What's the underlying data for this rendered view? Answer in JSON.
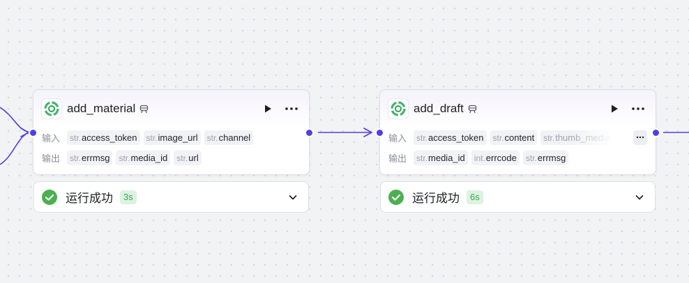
{
  "canvas": {
    "accent_color": "#4e40e5",
    "success_color": "#4caf50"
  },
  "nodes": [
    {
      "title": "add_material",
      "icon": "wechat-official-account-icon",
      "badge_icon": "plugin-badge-icon",
      "input_label": "输入",
      "output_label": "输出",
      "inputs": [
        {
          "type": "str.",
          "name": "access_token"
        },
        {
          "type": "str.",
          "name": "image_url"
        },
        {
          "type": "str.",
          "name": "channel"
        }
      ],
      "outputs": [
        {
          "type": "str.",
          "name": "errmsg"
        },
        {
          "type": "str.",
          "name": "media_id"
        },
        {
          "type": "str.",
          "name": "url"
        }
      ],
      "status": {
        "text": "运行成功",
        "duration": "3s"
      }
    },
    {
      "title": "add_draft",
      "icon": "wechat-official-account-icon",
      "badge_icon": "plugin-badge-icon",
      "input_label": "输入",
      "output_label": "输出",
      "inputs": [
        {
          "type": "str.",
          "name": "access_token"
        },
        {
          "type": "str.",
          "name": "content"
        },
        {
          "type": "str.",
          "name": "thumb_media_id"
        }
      ],
      "outputs": [
        {
          "type": "str.",
          "name": "media_id"
        },
        {
          "type": "int.",
          "name": "errcode"
        },
        {
          "type": "str.",
          "name": "errmsg"
        }
      ],
      "status": {
        "text": "运行成功",
        "duration": "6s"
      }
    }
  ]
}
